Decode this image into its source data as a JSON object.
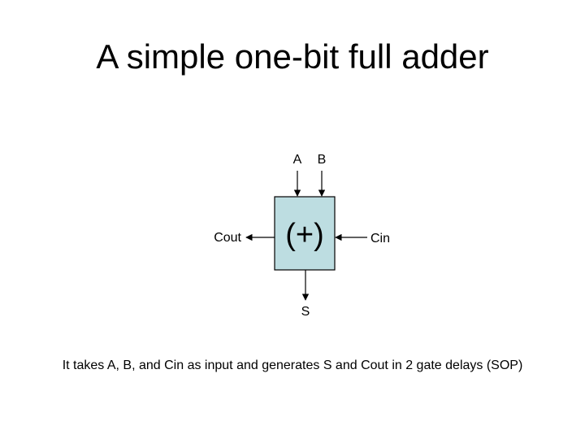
{
  "title": "A simple one-bit full adder",
  "diagram": {
    "block_symbol": "(+)",
    "block_fill": "#bddde1",
    "inputs": {
      "a": "A",
      "b": "B",
      "cin": "Cin"
    },
    "outputs": {
      "s": "S",
      "cout": "Cout"
    }
  },
  "caption": "It takes A, B, and Cin as input and generates S and Cout in 2 gate delays (SOP)"
}
